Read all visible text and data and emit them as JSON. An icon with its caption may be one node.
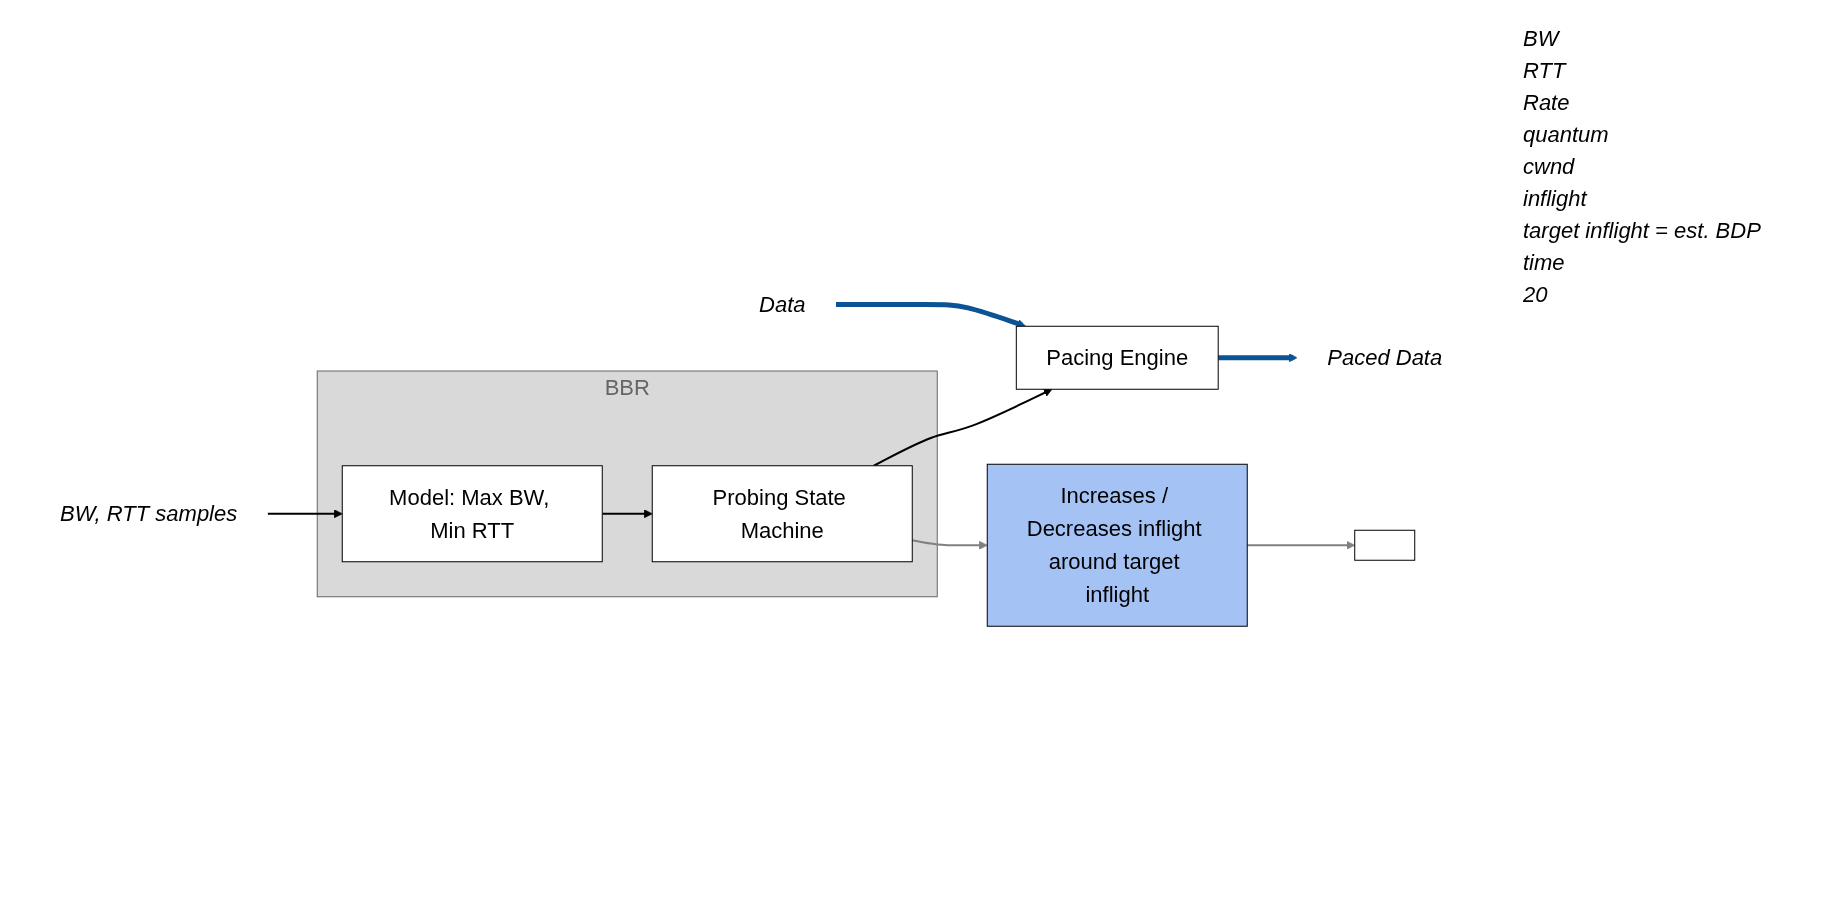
{
  "diagram": {
    "nodes": [
      {
        "text": [
          "BW, RTT samples"
        ]
      },
      {
        "text": [
          "Data"
        ]
      },
      {
        "text": [
          "BBR"
        ]
      },
      {
        "text": [
          "Model: Max BW, Min RTT"
        ],
        "in": 2
      },
      {
        "text": [
          "Probing State Machine"
        ],
        "in": 2
      },
      {
        "text": [
          "Pacing Engine"
        ]
      },
      {
        "text": [
          "Increases / Decreases inflight around target inflight"
        ]
      },
      {
        "text": [
          "Paced Data"
        ]
      },
      {
        "text": [],
        "shape": "box"
      }
    ],
    "edges": [
      {
        "from": 0,
        "to": 3,
        "arrow": "to"
      },
      {
        "from": 3,
        "to": 4,
        "arrow": "to"
      },
      {
        "from": 4,
        "to": 5,
        "arrow": "to"
      },
      {
        "from": 1,
        "to": 5,
        "arrow": "to",
        "style": "thick",
        "color": "#0b5394"
      },
      {
        "from": 5,
        "to": 7,
        "arrow": "to",
        "style": "thick",
        "color": "#0b5394"
      },
      {
        "from": 4,
        "to": 6,
        "arrow": "to",
        "color": "#808080"
      },
      {
        "from": 6,
        "to": 8,
        "arrow": "to",
        "color": "#808080"
      }
    ],
    "labels": [
      "BW",
      "RTT",
      "Rate",
      "quantum",
      "cwnd",
      "inflight",
      "target inflight = est. BDP",
      "time",
      "20"
    ]
  }
}
